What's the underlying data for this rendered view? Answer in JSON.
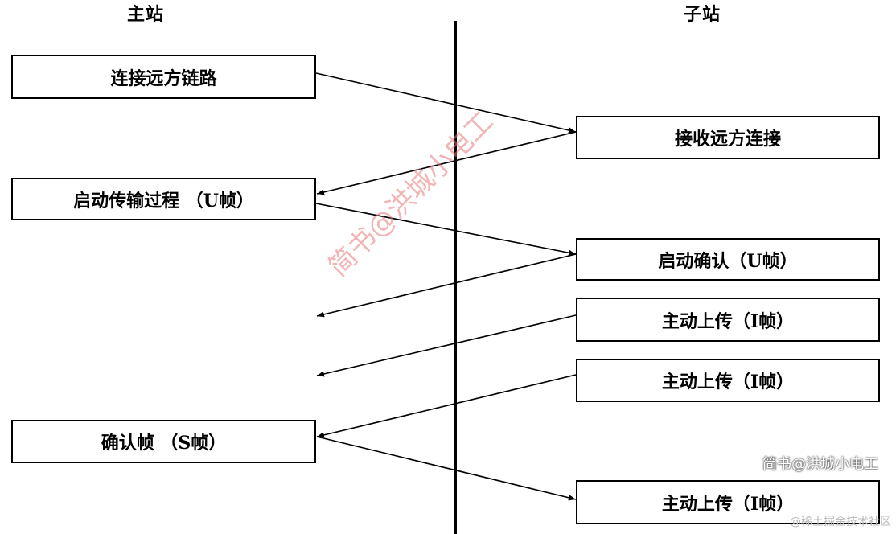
{
  "headings": {
    "master": "主站",
    "slave": "子站"
  },
  "master_boxes": [
    "连接远方链路",
    "启动传输过程 （U帧）",
    "确认帧 （S帧）"
  ],
  "slave_boxes": [
    "接收远方连接",
    "启动确认（U帧）",
    "主动上传（I帧）",
    "主动上传（I帧）",
    "主动上传（I帧）"
  ],
  "watermarks": {
    "diagonal": "简书@洪城小电工",
    "corner": "简书@洪城小电工",
    "footer": "@稀土掘金技术社区"
  },
  "colors": {
    "line": "#000000",
    "watermark": "#e67878"
  }
}
